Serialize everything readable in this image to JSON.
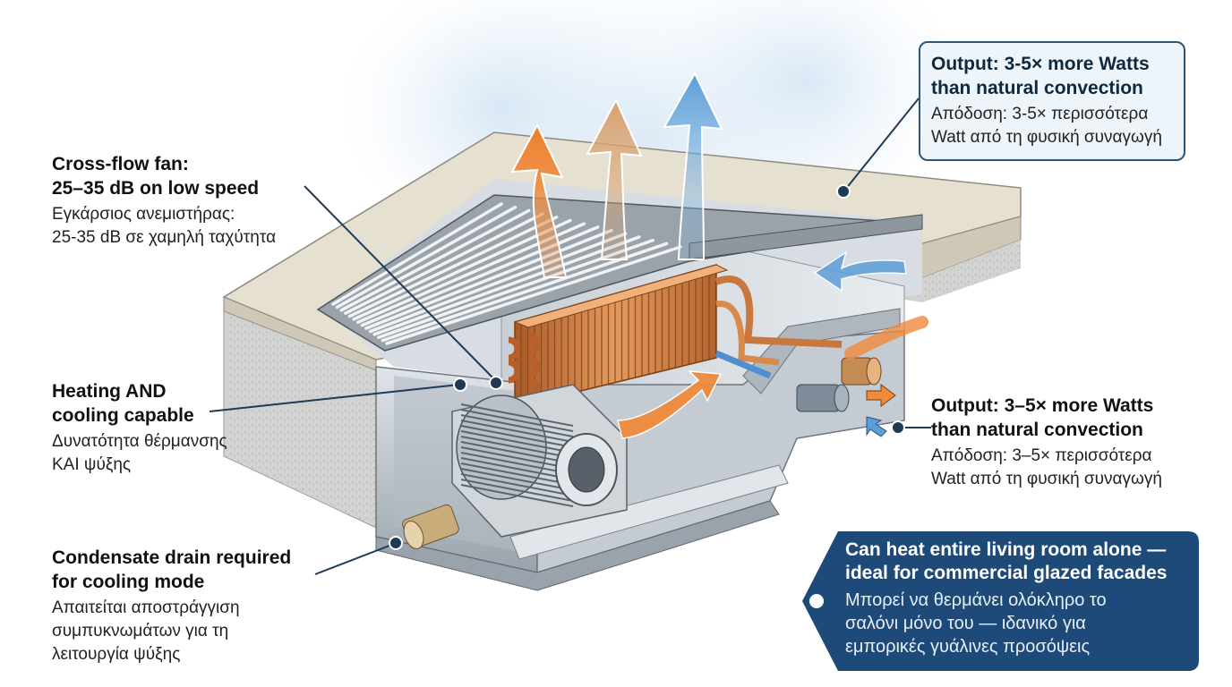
{
  "callouts": {
    "fan": {
      "en_line1": "Cross-flow fan:",
      "en_line2": "25–35 dB on low speed",
      "gr_line1": "Εγκάρσιος ανεμιστήρας:",
      "gr_line2": "25-35 dB σε χαμηλή ταχύτητα"
    },
    "heat_cool": {
      "en_line1": "Heating AND",
      "en_line2": "cooling capable",
      "gr_line1": "Δυνατότητα θέρμανσης",
      "gr_line2": "ΚΑΙ ψύξης"
    },
    "drain": {
      "en_line1": "Condensate drain required",
      "en_line2": "for cooling mode",
      "gr_line1": "Απαιτείται αποστράγγιση",
      "gr_line2": "συμπυκνωμάτων για τη",
      "gr_line3": "λειτουργία ψύξης"
    },
    "output_top": {
      "en_line1": "Output: 3-5× more Watts",
      "en_line2": "than natural convection",
      "gr_line1": "Απόδοση: 3-5× περισσότερα",
      "gr_line2": "Watt από τη φυσική συναγωγή"
    },
    "output_mid": {
      "en_line1": "Output: 3–5× more Watts",
      "en_line2": "than natural convection",
      "gr_line1": "Απόδοση: 3–5× περισσότερα",
      "gr_line2": "Watt από τη φυσική συναγωγή"
    },
    "room": {
      "en_line1": "Can heat entire living room alone —",
      "en_line2": "ideal for commercial glazed facades",
      "gr_line1": "Μπορεί να θερμάνει ολόκληρο το",
      "gr_line2": "σαλόνι μόνο του — ιδανικό για",
      "gr_line3": "εμπορικές γυάλινες προσόψεις"
    }
  },
  "colors": {
    "warm_air": "#f08a3c",
    "cool_air": "#5c9fd8",
    "tan_air": "#d6a06e",
    "copper": "#c9773d",
    "steel": "#b8bfc6",
    "concrete_top": "#e3ddce",
    "callout_border": "#2e5573",
    "banner_fill": "#1d4a78"
  }
}
